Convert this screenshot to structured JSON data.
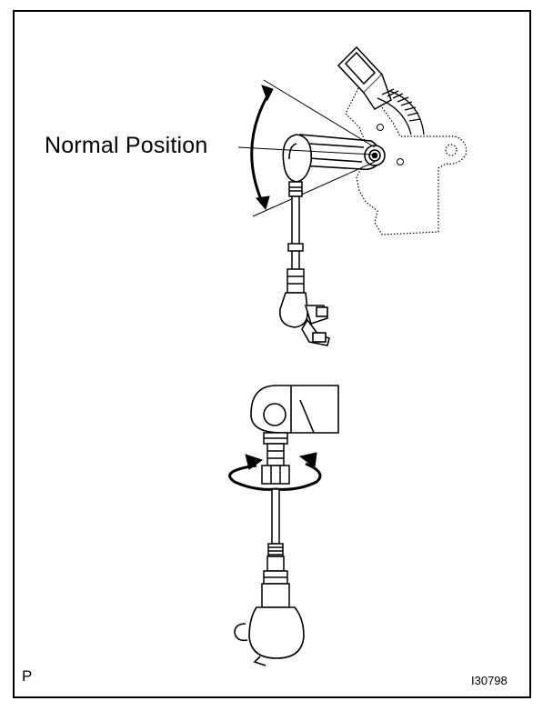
{
  "labels": {
    "normal_position": "Normal Position",
    "corner_letter": "P",
    "figure_id": "I30798"
  }
}
